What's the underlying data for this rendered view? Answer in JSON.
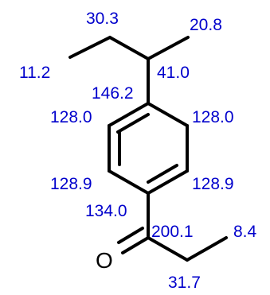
{
  "colors": {
    "bond": "#000000",
    "label": "#0000cc",
    "atom": "#000000",
    "background": "#ffffff"
  },
  "atoms": {
    "oxygen": "O"
  },
  "shifts": {
    "ch2_ethyl": "30.3",
    "ch3_branch": "20.8",
    "ch3_ethyl": "11.2",
    "ch_methine": "41.0",
    "c_ipso_alkyl": "146.2",
    "ch_ortho_left": "128.0",
    "ch_ortho_right": "128.0",
    "ch_meta_left": "128.9",
    "ch_meta_right": "128.9",
    "c_ipso_carbonyl": "134.0",
    "c_carbonyl": "200.1",
    "ch3_propionyl": "8.4",
    "ch2_propionyl": "31.7"
  }
}
